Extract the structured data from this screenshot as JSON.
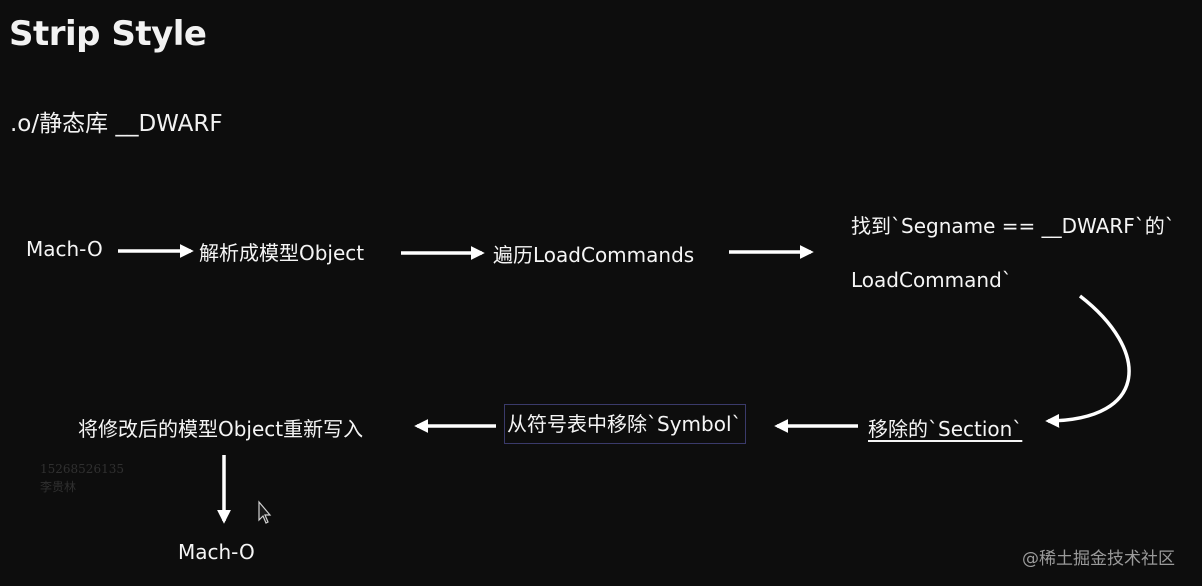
{
  "title": "Strip Style",
  "subtitle": ".o/静态库 __DWARF",
  "diagram": {
    "nodes": [
      {
        "id": "n1",
        "label": "Mach-O"
      },
      {
        "id": "n2",
        "label": "解析成模型Object"
      },
      {
        "id": "n3",
        "label": "遍历LoadCommands"
      },
      {
        "id": "n4",
        "label_line1": "找到`Segname == __DWARF`的`",
        "label_line2": "LoadCommand`"
      },
      {
        "id": "n5",
        "label": "移除的`Section`"
      },
      {
        "id": "n6",
        "label": "从符号表中移除`Symbol`"
      },
      {
        "id": "n7",
        "label": "将修改后的模型Object重新写入"
      },
      {
        "id": "n8",
        "label": "Mach-O"
      }
    ],
    "edges": [
      {
        "from": "n1",
        "to": "n2"
      },
      {
        "from": "n2",
        "to": "n3"
      },
      {
        "from": "n3",
        "to": "n4"
      },
      {
        "from": "n4",
        "to": "n5"
      },
      {
        "from": "n5",
        "to": "n6"
      },
      {
        "from": "n6",
        "to": "n7"
      },
      {
        "from": "n7",
        "to": "n8"
      }
    ]
  },
  "watermark": "@稀土掘金技术社区",
  "ghost_text": {
    "line1": "15268526135",
    "line2": "李贵林"
  },
  "colors": {
    "background": "#0d0d0d",
    "text": "#f5f5f5",
    "arrow": "#ffffff",
    "highlight_border": "#3a3a6a"
  }
}
